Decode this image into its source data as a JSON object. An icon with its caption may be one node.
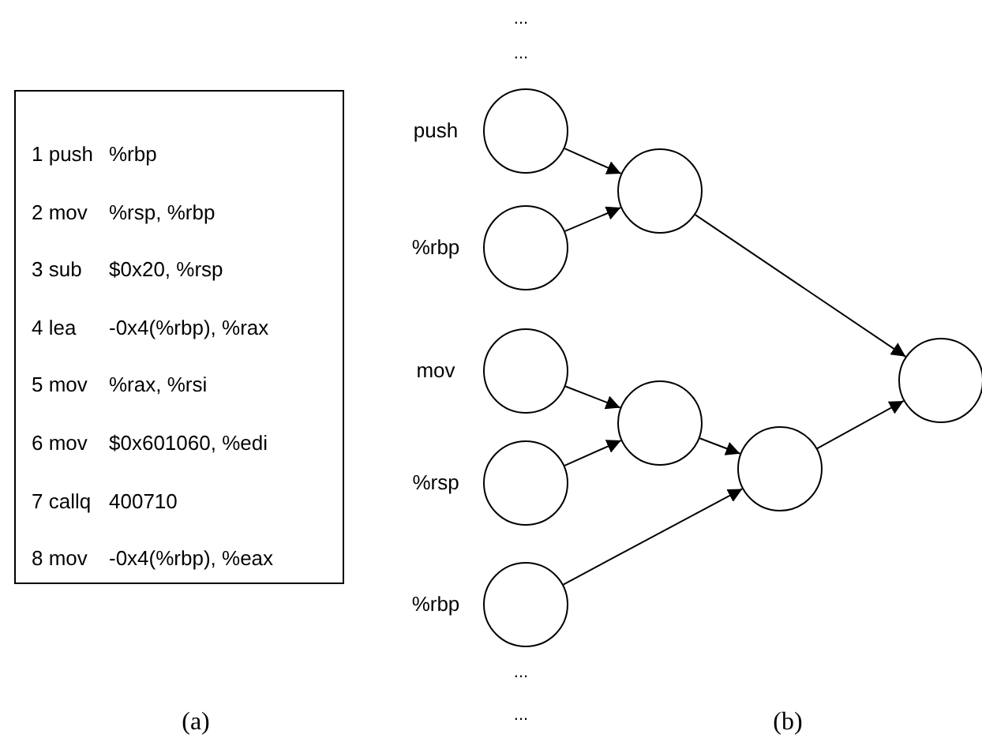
{
  "diagram": {
    "nodes": [
      {
        "text": [
          "1 push",
          "%rbp",
          "2 mov",
          "%rsp, %rbp",
          "3 sub",
          "$0x20, %rsp",
          "4 lea",
          "-0x4(%rbp), %rax",
          "5 mov",
          "%rax, %rsi",
          "6 mov",
          "$0x601060, %edi",
          "7 callq",
          "400710",
          "8 mov",
          "-0x4(%rbp), %eax"
        ]
      },
      {
        "text": [],
        "shape": "circle",
        "beside": [
          "push"
        ]
      },
      {
        "text": [],
        "shape": "circle",
        "beside": [
          "%rbp"
        ]
      },
      {
        "text": [],
        "shape": "circle",
        "beside": [
          "mov"
        ]
      },
      {
        "text": [],
        "shape": "circle",
        "beside": [
          "%rsp"
        ]
      },
      {
        "text": [],
        "shape": "circle",
        "beside": [
          "%rbp"
        ]
      },
      {
        "text": [],
        "shape": "circle"
      },
      {
        "text": [],
        "shape": "circle"
      },
      {
        "text": [],
        "shape": "circle"
      },
      {
        "text": [],
        "shape": "circle"
      }
    ],
    "edges": [
      {
        "from": 1,
        "to": 6,
        "arrow": "to"
      },
      {
        "from": 2,
        "to": 6,
        "arrow": "to"
      },
      {
        "from": 3,
        "to": 7,
        "arrow": "to"
      },
      {
        "from": 4,
        "to": 7,
        "arrow": "to"
      },
      {
        "from": 5,
        "to": 8,
        "arrow": "to"
      },
      {
        "from": 7,
        "to": 8,
        "arrow": "to"
      },
      {
        "from": 6,
        "to": 9,
        "arrow": "to"
      },
      {
        "from": 8,
        "to": 9,
        "arrow": "to"
      }
    ],
    "labels": [
      "...",
      "...",
      "...",
      "...",
      "(a)",
      "(b)"
    ]
  }
}
